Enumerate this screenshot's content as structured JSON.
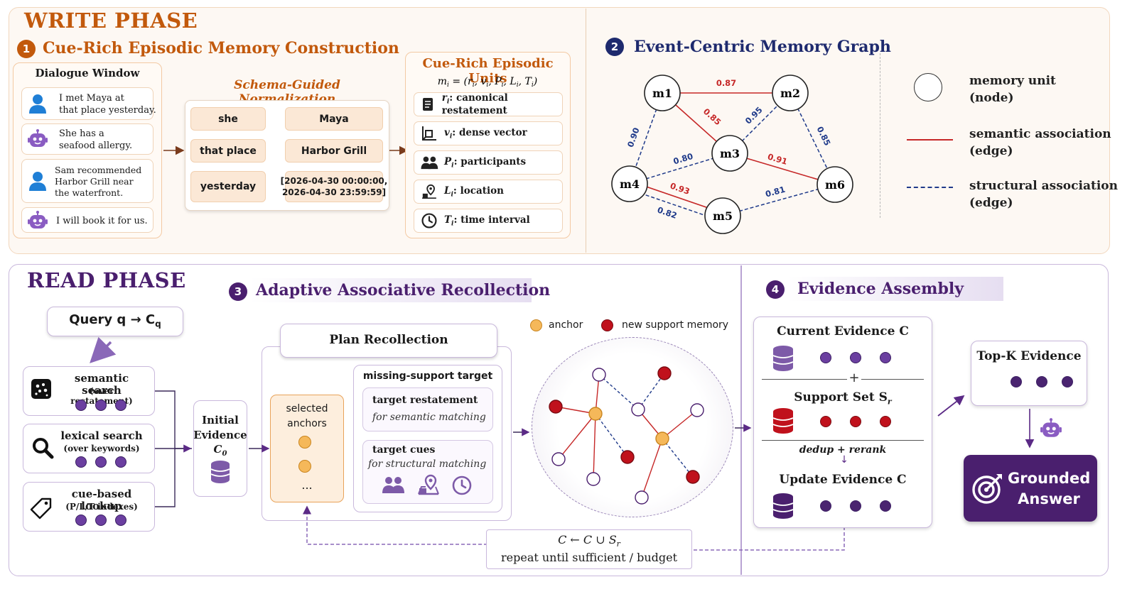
{
  "write": {
    "phase_title": "WRITE PHASE",
    "sec1_num": "1",
    "sec1_title": "Cue-Rich Episodic Memory Construction",
    "dialogue_title": "Dialogue Window",
    "dialogue": [
      "I met Maya at\nthat place yesterday.",
      "She has a\nseafood allergy.",
      "Sam recommended\nHarbor Grill near\nthe waterfront.",
      "I will book it for us."
    ],
    "schema_title": "Schema-Guided Normalization",
    "mappings": [
      {
        "from": "she",
        "to": "Maya"
      },
      {
        "from": "that place",
        "to": "Harbor Grill"
      },
      {
        "from": "yesterday",
        "to": "[2026-04-30 00:00:00,\n2026-04-30 23:59:59]"
      }
    ],
    "units_title": "Cue-Rich Episodic Units",
    "units_formula": "m_i = (r_i, v_i, P_i, L_i, T_i)",
    "units": [
      {
        "sym": "r",
        "label": ": canonical restatement",
        "icon": "document-icon"
      },
      {
        "sym": "v",
        "label": ": dense vector",
        "icon": "vector-axis-icon"
      },
      {
        "sym": "P",
        "label": ": participants",
        "icon": "people-icon"
      },
      {
        "sym": "L",
        "label": ": location",
        "icon": "map-pin-icon"
      },
      {
        "sym": "T",
        "label": ": time interval",
        "icon": "clock-icon"
      }
    ],
    "sec2_num": "2",
    "sec2_title": "Event-Centric Memory Graph",
    "graph": {
      "nodes": [
        "m1",
        "m2",
        "m3",
        "m4",
        "m5",
        "m6"
      ],
      "semantic_edges": [
        {
          "from": "m1",
          "to": "m2",
          "w": "0.87"
        },
        {
          "from": "m1",
          "to": "m3",
          "w": "0.85"
        },
        {
          "from": "m3",
          "to": "m6",
          "w": "0.91"
        },
        {
          "from": "m4",
          "to": "m5",
          "w": "0.93"
        }
      ],
      "structural_edges": [
        {
          "from": "m1",
          "to": "m4",
          "w": "0.90"
        },
        {
          "from": "m3",
          "to": "m2",
          "w": "0.95"
        },
        {
          "from": "m2",
          "to": "m6",
          "w": "0.85"
        },
        {
          "from": "m4",
          "to": "m3",
          "w": "0.80"
        },
        {
          "from": "m5",
          "to": "m6",
          "w": "0.81"
        },
        {
          "from": "m4",
          "to": "m5",
          "w": "0.82"
        }
      ]
    },
    "legend": {
      "node": "memory unit\n(node)",
      "semantic": "semantic association\n(edge)",
      "structural": "structural association\n(edge)"
    }
  },
  "read": {
    "phase_title": "READ PHASE",
    "sec3_num": "3",
    "sec3_title": "Adaptive Associative Recollection",
    "query_label": "Query q → C",
    "query_sub": "q",
    "searches": [
      {
        "title": "semantic search",
        "sub": "(over restatement)",
        "icon": "semantic-search-icon"
      },
      {
        "title": "lexical search",
        "sub": "(over keywords)",
        "icon": "magnifier-icon"
      },
      {
        "title": "cue-based lookup",
        "sub": "(P/L/T indexes)",
        "icon": "tag-icon"
      }
    ],
    "initial_evidence": "Initial\nEvidence",
    "initial_sym": "C",
    "initial_sub": "0",
    "plan_title": "Plan Recollection",
    "selected_anchors": "selected\nanchors",
    "ellipsis": "...",
    "missing_title": "missing-support target",
    "target_restatement": "target restatement",
    "for_semantic": "for semantic matching",
    "target_cues": "target cues",
    "for_structural": "for structural matching",
    "legend_anchor": "anchor",
    "legend_new": "new support memory",
    "loop_formula": "C ← C ∪ S",
    "loop_sub": "r",
    "loop_text": "repeat until sufficient / budget",
    "sec4_num": "4",
    "sec4_title": "Evidence Assembly",
    "current_evidence": "Current Evidence C",
    "plus": "+",
    "support_set": "Support Set S",
    "support_sub": "r",
    "dedup": "dedup + rerank",
    "update_evidence": "Update Evidence C",
    "topk": "Top-K Evidence",
    "grounded": "Grounded\nAnswer"
  },
  "colors": {
    "orange": "#c2590c",
    "navy": "#1e2a6e",
    "purple": "#5b2a86",
    "purple_dark": "#4a1f6e",
    "semantic_edge": "#c62828",
    "structural_edge": "#1f3a8a"
  }
}
